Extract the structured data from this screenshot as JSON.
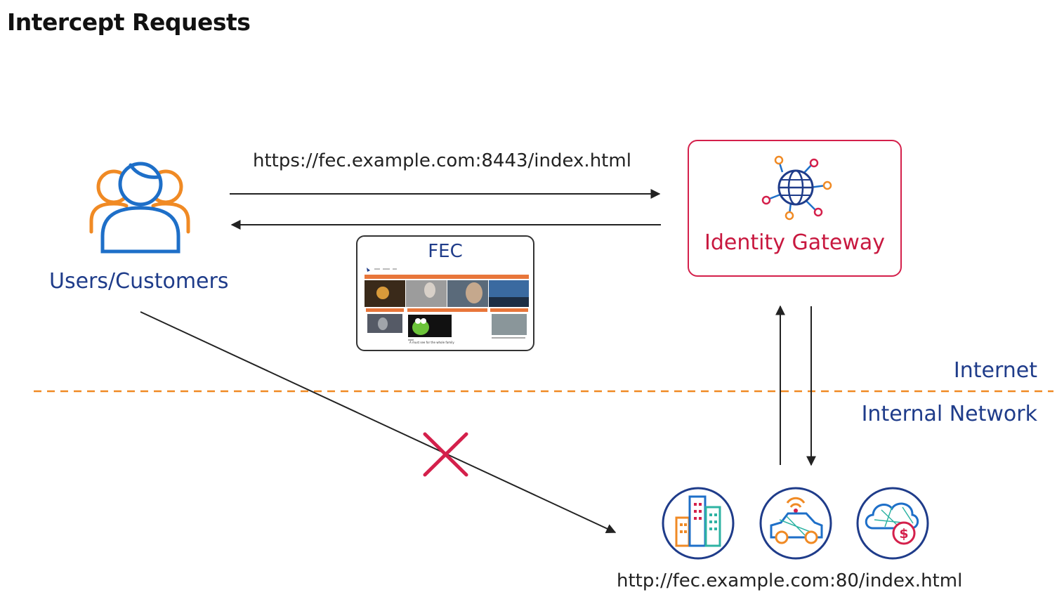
{
  "title": "Intercept Requests",
  "labels": {
    "request_url": "https://fec.example.com:8443/index.html",
    "backend_url": "http://fec.example.com:80/index.html",
    "users": "Users/Customers",
    "gateway": "Identity Gateway",
    "fec": "FEC",
    "internet": "Internet",
    "internal_network": "Internal Network"
  },
  "fec_thumbnail": {
    "caption": "A must see for the whole family"
  },
  "icons": {
    "users": "users-group-icon",
    "gateway": "globe-network-icon",
    "blocked": "blocked-x-icon",
    "backend": [
      "buildings-icon",
      "connected-car-icon",
      "cloud-payment-icon"
    ]
  },
  "colors": {
    "navy": "#1f3c8a",
    "brand_red": "#d4204b",
    "orange": "#f08a24",
    "blue": "#1e6fc8",
    "arrow": "#222222"
  }
}
